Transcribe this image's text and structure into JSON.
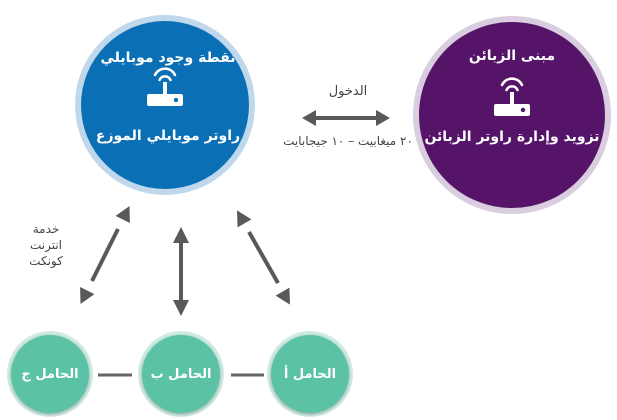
{
  "nodes": {
    "mobile_hotspot": {
      "title": "نقطة وجود موبايلي",
      "subtitle": "راوتر موبايلي الموزع",
      "color": "#0b6fb5",
      "icon": "router-icon"
    },
    "customer_building": {
      "title": "مبنى الزبائن",
      "subtitle": "تزويد وإدارة راوتر الزبائن",
      "color": "#561469",
      "icon": "router-icon"
    },
    "carriers": [
      {
        "label": "الحامل أ",
        "color": "#5cc2a6"
      },
      {
        "label": "الحامل ب",
        "color": "#5cc2a6"
      },
      {
        "label": "الحامل ج",
        "color": "#5cc2a6"
      }
    ]
  },
  "links": {
    "access": {
      "label": "الدخول",
      "speed": "٢٠ ميغابيت – ١٠ جيجابايت"
    },
    "service": {
      "lines": [
        "خدمة",
        "انترنت",
        "كونكت"
      ]
    }
  },
  "colors": {
    "arrow": "#595959",
    "connector": "#666666",
    "white": "#ffffff"
  }
}
